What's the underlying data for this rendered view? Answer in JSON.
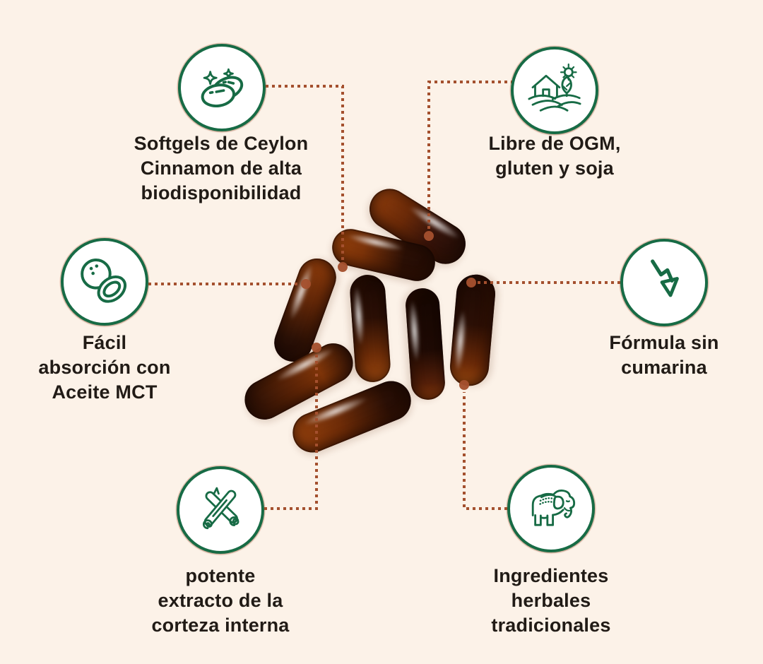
{
  "colors": {
    "page_bg": "#FCF2E8",
    "accent_green": "#176B45",
    "connector_rust": "#A4502E",
    "text_color": "#211B16",
    "circle_fill": "#FFFFFF"
  },
  "center_image": {
    "description": "Cluster of eight glossy amber-brown softgel capsules arranged in a loose ring"
  },
  "features": [
    {
      "id": "softgels",
      "icon": "softgel-sparkle-icon",
      "label": "Softgels de Ceylon\nCinnamon de alta\nbiodisponibilidad"
    },
    {
      "id": "gmo-free",
      "icon": "farm-house-icon",
      "label": "Libre de OGM,\ngluten y soja"
    },
    {
      "id": "mct-absorption",
      "icon": "coconut-icon",
      "label": "Fácil\nabsorción con\nAceite MCT"
    },
    {
      "id": "no-coumarin",
      "icon": "declining-arrow-icon",
      "label": "Fórmula sin\ncumarina"
    },
    {
      "id": "bark-extract",
      "icon": "cinnamon-sticks-icon",
      "label": "potente\nextracto de la\ncorteza interna"
    },
    {
      "id": "herbal-ingredients",
      "icon": "elephant-icon",
      "label": "Ingredientes\nherbales\ntradicionales"
    }
  ]
}
